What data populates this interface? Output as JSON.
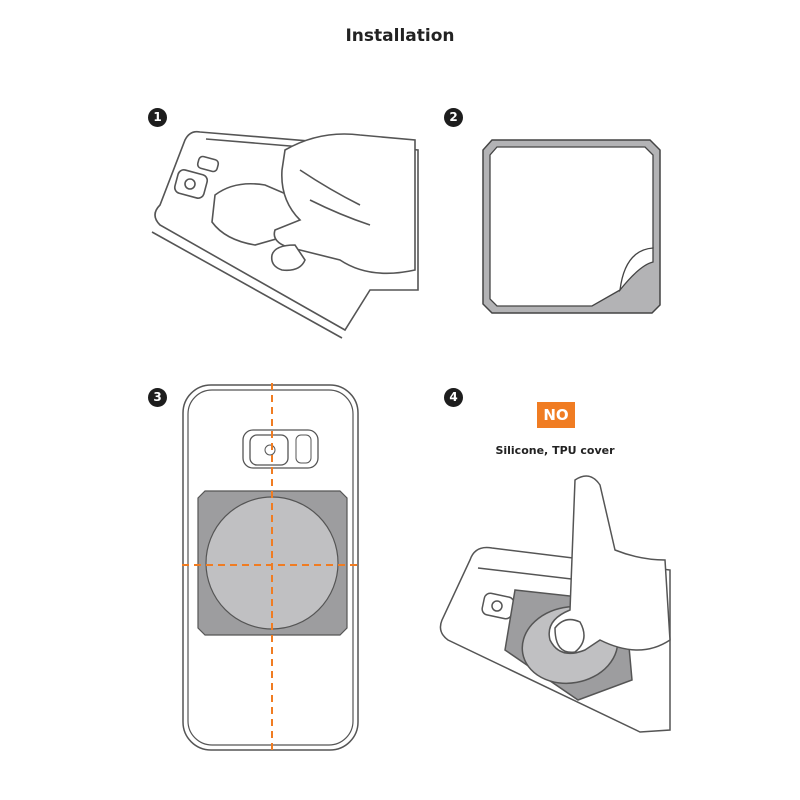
{
  "title": "Installation",
  "steps": [
    {
      "number": "1"
    },
    {
      "number": "2"
    },
    {
      "number": "3"
    },
    {
      "number": "4",
      "badge": "NO",
      "note": "Silicone, TPU cover"
    }
  ],
  "colors": {
    "accent": "#f07c22",
    "pad": "#bfbfc1",
    "outline": "#555555"
  }
}
